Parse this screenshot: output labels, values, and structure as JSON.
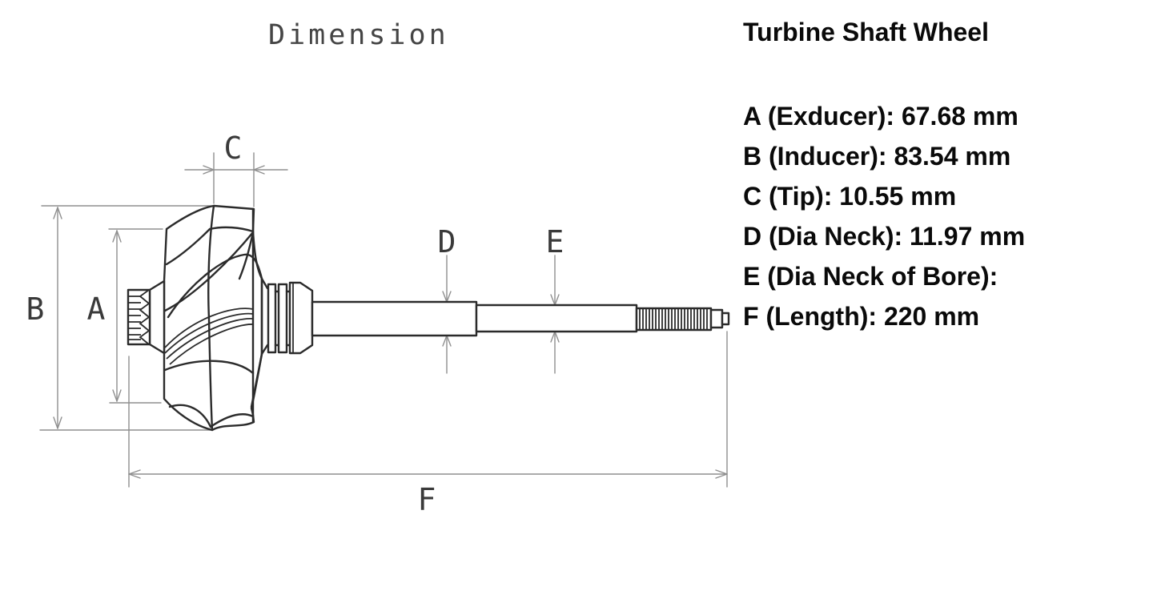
{
  "drawing": {
    "title": "Dimension",
    "dimension_labels": {
      "a": "A",
      "b": "B",
      "c": "C",
      "d": "D",
      "e": "E",
      "f": "F"
    }
  },
  "specs": {
    "title": "Turbine Shaft Wheel",
    "items": [
      {
        "label": "A (Exducer):",
        "value": "67.68 mm"
      },
      {
        "label": "B (Inducer):",
        "value": "83.54 mm"
      },
      {
        "label": "C (Tip):",
        "value": "10.55 mm"
      },
      {
        "label": "D (Dia Neck):",
        "value": "11.97 mm"
      },
      {
        "label": "E (Dia Neck of Bore):",
        "value": ""
      },
      {
        "label": "F (Length):",
        "value": "220 mm"
      }
    ]
  },
  "colors": {
    "background": "#ffffff",
    "part_outline": "#2b2b2b",
    "dimension_lines": "#8f8f8f",
    "spec_text": "#0a0a0a",
    "cad_label_text": "#3a3a3a"
  }
}
